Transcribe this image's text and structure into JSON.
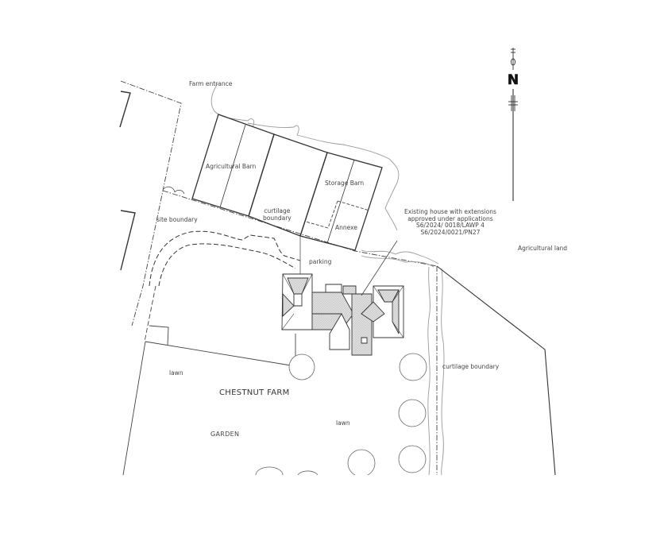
{
  "drawing": {
    "type": "site plan",
    "site_name": "CHESTNUT FARM",
    "north_arrow_label": "N",
    "colors": {
      "line": "#333333",
      "hedge": "#9a9a9a",
      "roof_fill": "#d9d9d9",
      "background": "#ffffff"
    }
  },
  "labels": {
    "farm_entrance": "Farm entrance",
    "agricultural_barn": "Agricultural Barn",
    "storage_barn": "Storage Barn",
    "annexe": "Annexe",
    "site_boundary": "site boundary",
    "curtilage_boundary_top": "curtilage\nboundary",
    "curtilage_boundary_right": "curtilage boundary",
    "parking": "parking",
    "agricultural_land": "Agricultural land",
    "existing_house_note": "Existing house with extensions\napproved under applications\nS6/2024/ 0018/LAWP 4\nS6/2024/0021/PN27",
    "site_name": "CHESTNUT FARM",
    "garden": "GARDEN",
    "lawn_left": "lawn",
    "lawn_right": "lawn"
  }
}
